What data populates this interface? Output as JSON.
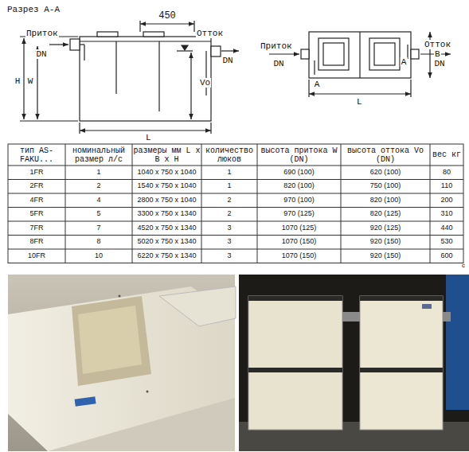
{
  "diagram": {
    "labels": [
      "Разрез А-А",
      "450",
      "Приток",
      "DN",
      "Отток",
      "DN",
      "H",
      "W",
      "Vo",
      "L",
      "Приток",
      "DN",
      "A",
      "B",
      "Отток",
      "DN",
      "A",
      "L",
      "тип AS-FAKU...",
      "номинальный размер л/с",
      "размеры мм L x B x H",
      "количество люков",
      "высота притока W (DN)",
      "высота оттока Vo (DN)",
      "вес кг",
      "1FR",
      "1",
      "1040 x 750 x 1040",
      "1",
      "690 (100)",
      "620 (100)",
      "80",
      "2FR",
      "2",
      "1540 x 750 x 1040",
      "1",
      "820 (100)",
      "750 (100)",
      "110",
      "4FR",
      "4",
      "2800 x 750 x 1040",
      "2",
      "970 (100)",
      "820 (100)",
      "200",
      "5FR",
      "5",
      "3300 x 750 x 1340",
      "2",
      "970 (125)",
      "820 (125)",
      "310",
      "7FR",
      "7",
      "4520 x 750 x 1340",
      "3",
      "1070 (125)",
      "920 (125)",
      "440",
      "8FR",
      "8",
      "5020 x 750 x 1340",
      "3",
      "1070 (150)",
      "920 (150)",
      "530",
      "10FR",
      "10",
      "6220 x 750 x 1340",
      "3",
      "1070 (150)",
      "920 (150)",
      "600",
      "c"
    ]
  }
}
